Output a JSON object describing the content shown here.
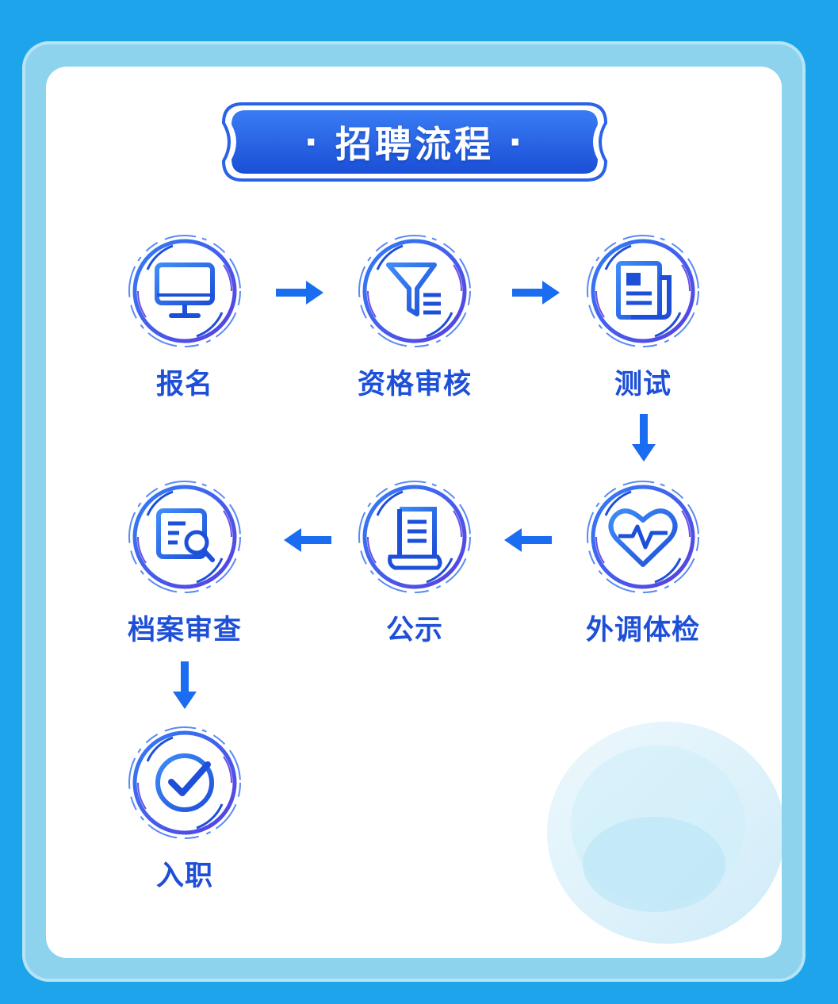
{
  "title": "招聘流程",
  "title_prefix": "·",
  "title_suffix": "·",
  "steps": [
    {
      "label": "报名",
      "icon": "monitor-icon"
    },
    {
      "label": "资格审核",
      "icon": "filter-icon"
    },
    {
      "label": "测试",
      "icon": "newspaper-icon"
    },
    {
      "label": "外调体检",
      "icon": "heartbeat-icon"
    },
    {
      "label": "公示",
      "icon": "scroll-document-icon"
    },
    {
      "label": "档案审查",
      "icon": "document-search-icon"
    },
    {
      "label": "入职",
      "icon": "check-circle-icon"
    }
  ],
  "colors": {
    "background": "#1ea4ea",
    "frame": "#8dd3ee",
    "accent": "#1d4fd8",
    "arrow": "#1a6cf0"
  }
}
